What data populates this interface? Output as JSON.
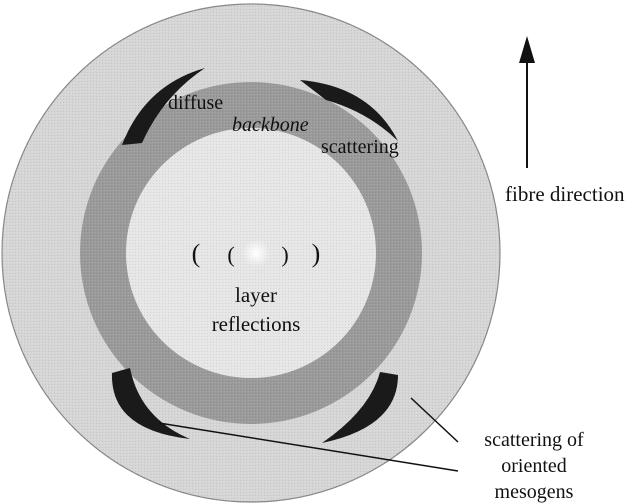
{
  "labels": {
    "diffuse": "diffuse",
    "backbone": "backbone",
    "scattering": "scattering",
    "fibre_direction": "fibre direction",
    "layer": "layer",
    "reflections": "reflections",
    "scattering_of": "scattering of",
    "oriented": "oriented",
    "mesogens": "mesogens"
  },
  "reflection_marks": {
    "left_outer": "(",
    "left_inner": "(",
    "right_inner": ")",
    "right_outer": ")"
  },
  "colors": {
    "outer_disc": "#d6d6d6",
    "backbone_ring": "#9a9a9a",
    "inner_disc": "#e6e6e6",
    "arcs": "#1a1a1a",
    "center_spot": "#ffffff",
    "text": "#111111"
  }
}
